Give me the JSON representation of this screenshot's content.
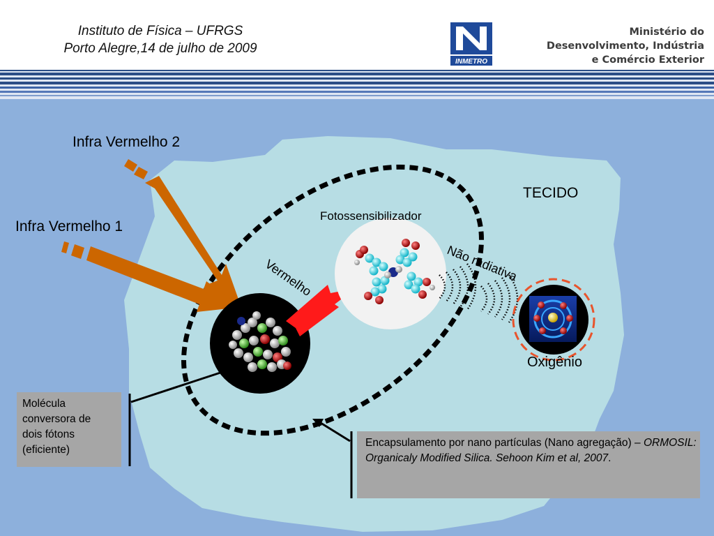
{
  "header": {
    "institute_line1": "Instituto de Física – UFRGS",
    "institute_line2": "Porto Alegre,14 de julho de 2009",
    "logo_text": "INMETRO",
    "ministry_line1": "Ministério do",
    "ministry_line2": "Desenvolvimento, Indústria",
    "ministry_line3": "e Comércio Exterior"
  },
  "labels": {
    "infra_vermelho_2": "Infra Vermelho 2",
    "infra_vermelho_1": "Infra Vermelho 1",
    "tecido": "TECIDO",
    "fotossensibilizador": "Fotossensibilizador",
    "vermelho": "Vermelho",
    "nao_radiativa": "Não radiativa",
    "oxigenio": "Oxigênio"
  },
  "boxes": {
    "molecula": [
      "Molécula",
      "conversora de",
      "dois fótons",
      "(eficiente)"
    ],
    "encapsulamento_plain": "Encapsulamento por nano partículas (Nano agregação) – ",
    "encapsulamento_italic": "ORMOSIL: Organicaly Modified Silica. Sehoon Kim et al, 2007",
    "encapsulamento_end": "."
  },
  "colors": {
    "background": "#8db0dc",
    "tissue": "#b7dde4",
    "arrow": "#cc6600",
    "red_arrow": "#ff1a1a",
    "box": "#a6a6a6",
    "navy": "#1f3d7a",
    "oxygen_ring": "#e8542c"
  }
}
